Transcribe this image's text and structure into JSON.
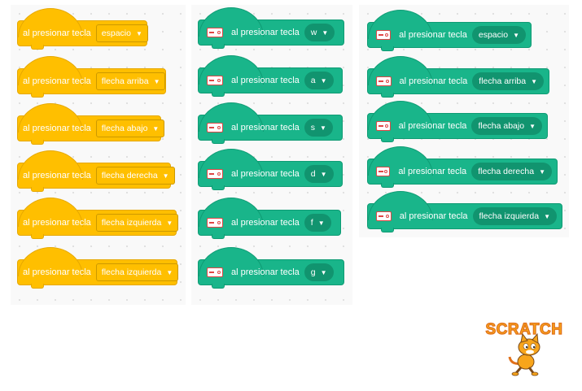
{
  "colors": {
    "event_yellow": "#ffbf00",
    "extension_green": "#19b58a",
    "panel_bg": "#f9f9f9"
  },
  "column_left": {
    "blocks": [
      {
        "label": "al presionar tecla",
        "key": "espacio"
      },
      {
        "label": "al presionar tecla",
        "key": "flecha arriba"
      },
      {
        "label": "al presionar tecla",
        "key": "flecha abajo"
      },
      {
        "label": "al presionar tecla",
        "key": "flecha derecha"
      },
      {
        "label": "al presionar tecla",
        "key": "flecha izquierda"
      },
      {
        "label": "al presionar tecla",
        "key": "flecha izquierda"
      }
    ]
  },
  "column_middle": {
    "icon": "makey-makey-icon",
    "blocks": [
      {
        "label": "al presionar tecla",
        "key": "w"
      },
      {
        "label": "al presionar tecla",
        "key": "a"
      },
      {
        "label": "al presionar tecla",
        "key": "s"
      },
      {
        "label": "al presionar tecla",
        "key": "d"
      },
      {
        "label": "al presionar tecla",
        "key": "f"
      },
      {
        "label": "al presionar tecla",
        "key": "g"
      }
    ]
  },
  "column_right": {
    "icon": "makey-makey-icon",
    "blocks": [
      {
        "label": "al presionar tecla",
        "key": "espacio"
      },
      {
        "label": "al presionar tecla",
        "key": "flecha arriba"
      },
      {
        "label": "al presionar tecla",
        "key": "flecha abajo"
      },
      {
        "label": "al presionar tecla",
        "key": "flecha derecha"
      },
      {
        "label": "al presionar tecla",
        "key": "flecha izquierda"
      }
    ]
  },
  "logo": {
    "text": "SCRATCH",
    "icon": "scratch-cat-icon"
  }
}
